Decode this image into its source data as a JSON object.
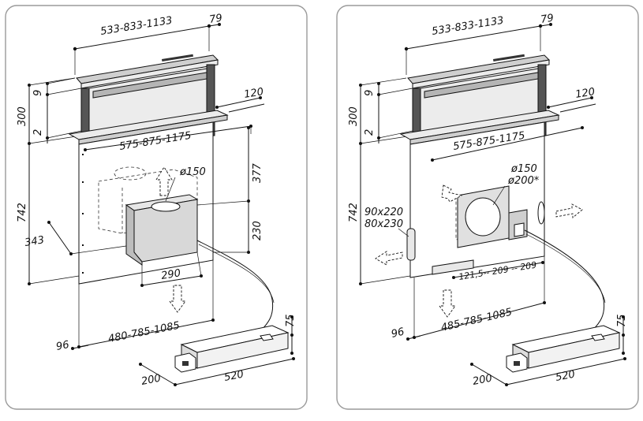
{
  "left_panel": {
    "dims": {
      "top_width": "533-833-1133",
      "top_depth": "79",
      "gap_9": "9",
      "h_300": "300",
      "gap_2": "2",
      "depth_120": "120",
      "body_width": "575-875-1175",
      "dia": "ø150",
      "h_377": "377",
      "h_742": "742",
      "h_230": "230",
      "d_343": "343",
      "w_290": "290",
      "base_width": "480-785-1085",
      "d_96": "96",
      "box_h": "75",
      "box_d": "200",
      "box_w": "520"
    }
  },
  "right_panel": {
    "dims": {
      "top_width": "533-833-1133",
      "top_depth": "79",
      "gap_9": "9",
      "h_300": "300",
      "gap_2": "2",
      "depth_120": "120",
      "body_width": "575-875-1175",
      "dia1": "ø150",
      "dia2": "ø200*",
      "duct1": "90x220",
      "duct2": "80x230",
      "h_742": "742",
      "bottom_dims": "121,5-- 209 -- 209",
      "base_width": "485-785-1085",
      "d_96": "96",
      "box_h": "75",
      "box_d": "200",
      "box_w": "520"
    }
  }
}
